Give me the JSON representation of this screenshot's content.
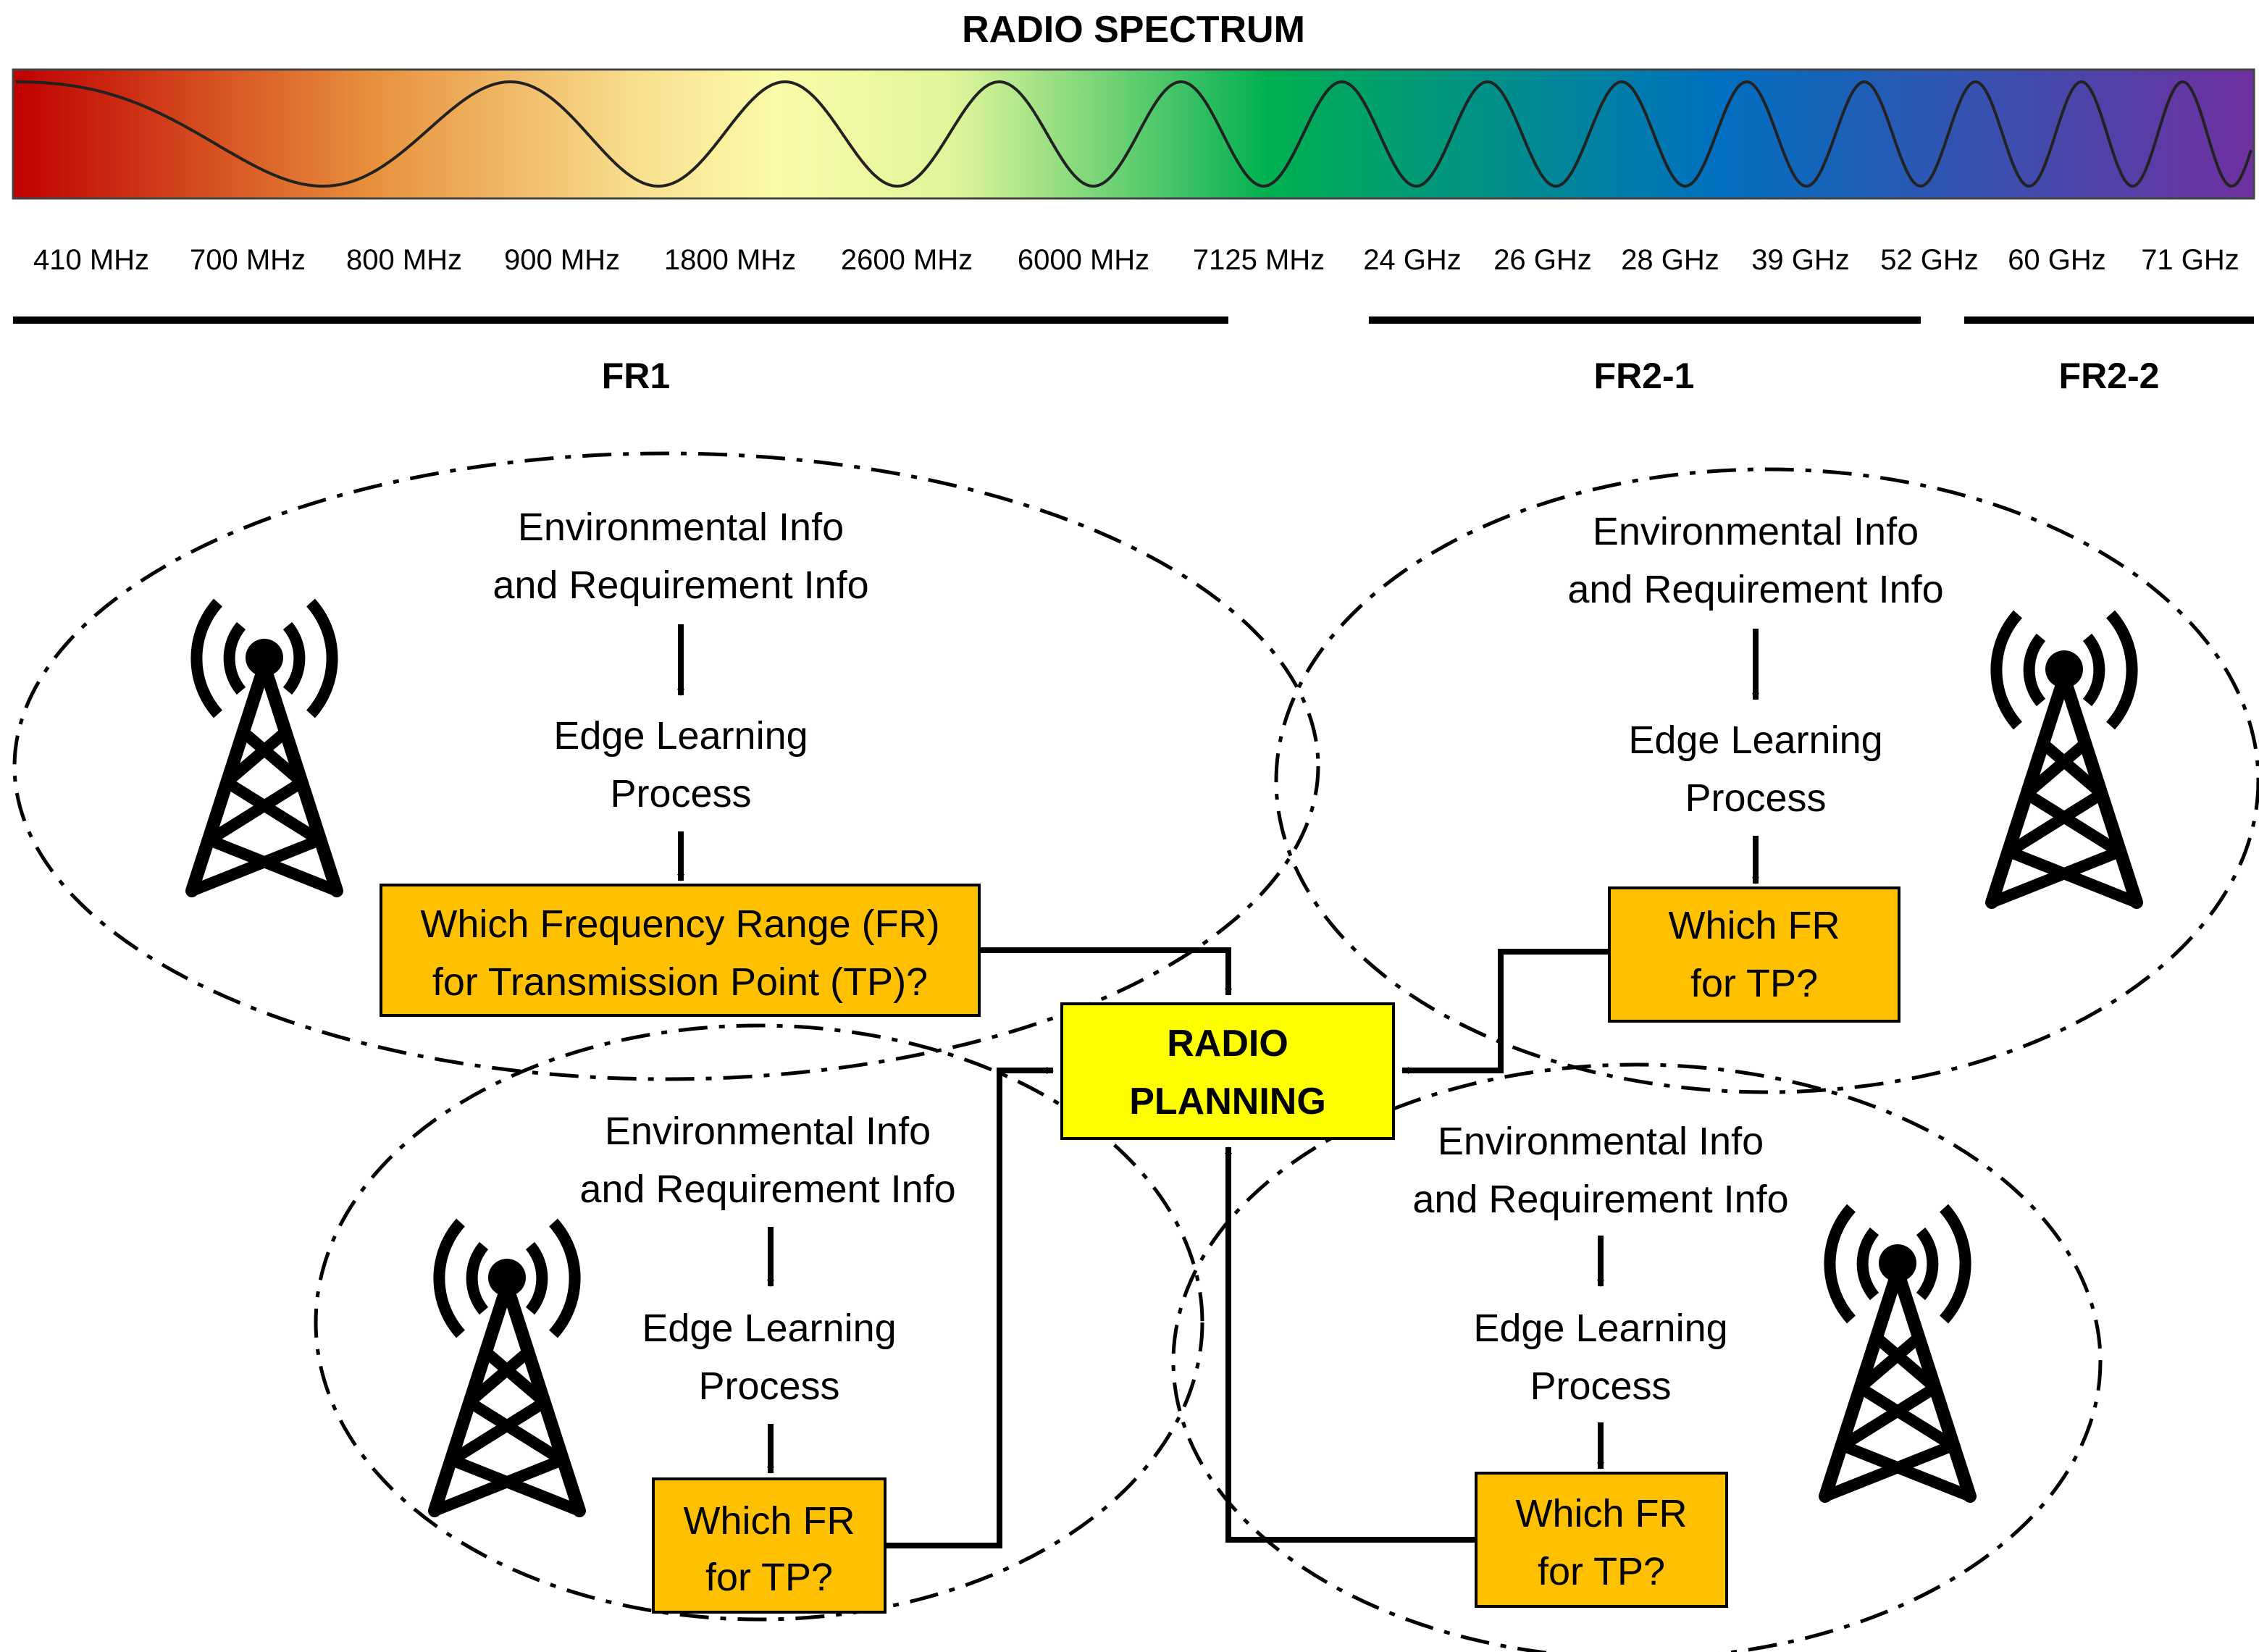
{
  "spectrum": {
    "title": "RADIO SPECTRUM",
    "frequencies": [
      "410 MHz",
      "700 MHz",
      "800 MHz",
      "900 MHz",
      "1800 MHz",
      "2600 MHz",
      "6000 MHz",
      "7125 MHz",
      "24 GHz",
      "26 GHz",
      "28 GHz",
      "39 GHz",
      "52 GHz",
      "60 GHz",
      "71 GHz"
    ],
    "ranges": [
      "FR1",
      "FR2-1",
      "FR2-2"
    ],
    "gradient_colors": [
      "#c00000",
      "#e8903c",
      "#f8e090",
      "#fbfba8",
      "#e0f59a",
      "#00b050",
      "#0070c0",
      "#7030a0"
    ]
  },
  "center": {
    "label_line1": "RADIO",
    "label_line2": "PLANNING",
    "fill": "#ffff00"
  },
  "cells": [
    {
      "info_line1": "Environmental Info",
      "info_line2": "and Requirement Info",
      "process_line1": "Edge Learning",
      "process_line2": "Process",
      "question_line1": "Which Frequency Range (FR)",
      "question_line2": "for Transmission Point (TP)?"
    },
    {
      "info_line1": "Environmental Info",
      "info_line2": "and Requirement Info",
      "process_line1": "Edge Learning",
      "process_line2": "Process",
      "question_line1": "Which FR",
      "question_line2": "for TP?"
    },
    {
      "info_line1": "Environmental Info",
      "info_line2": "and Requirement Info",
      "process_line1": "Edge Learning",
      "process_line2": "Process",
      "question_line1": "Which FR",
      "question_line2": "for TP?"
    },
    {
      "info_line1": "Environmental Info",
      "info_line2": "and Requirement Info",
      "process_line1": "Edge Learning",
      "process_line2": "Process",
      "question_line1": "Which FR",
      "question_line2": "for TP?"
    }
  ],
  "colors": {
    "question_box": "#ffc000",
    "planning_box": "#ffff00",
    "line": "#000000"
  },
  "icons": [
    "cell-tower-icon"
  ]
}
